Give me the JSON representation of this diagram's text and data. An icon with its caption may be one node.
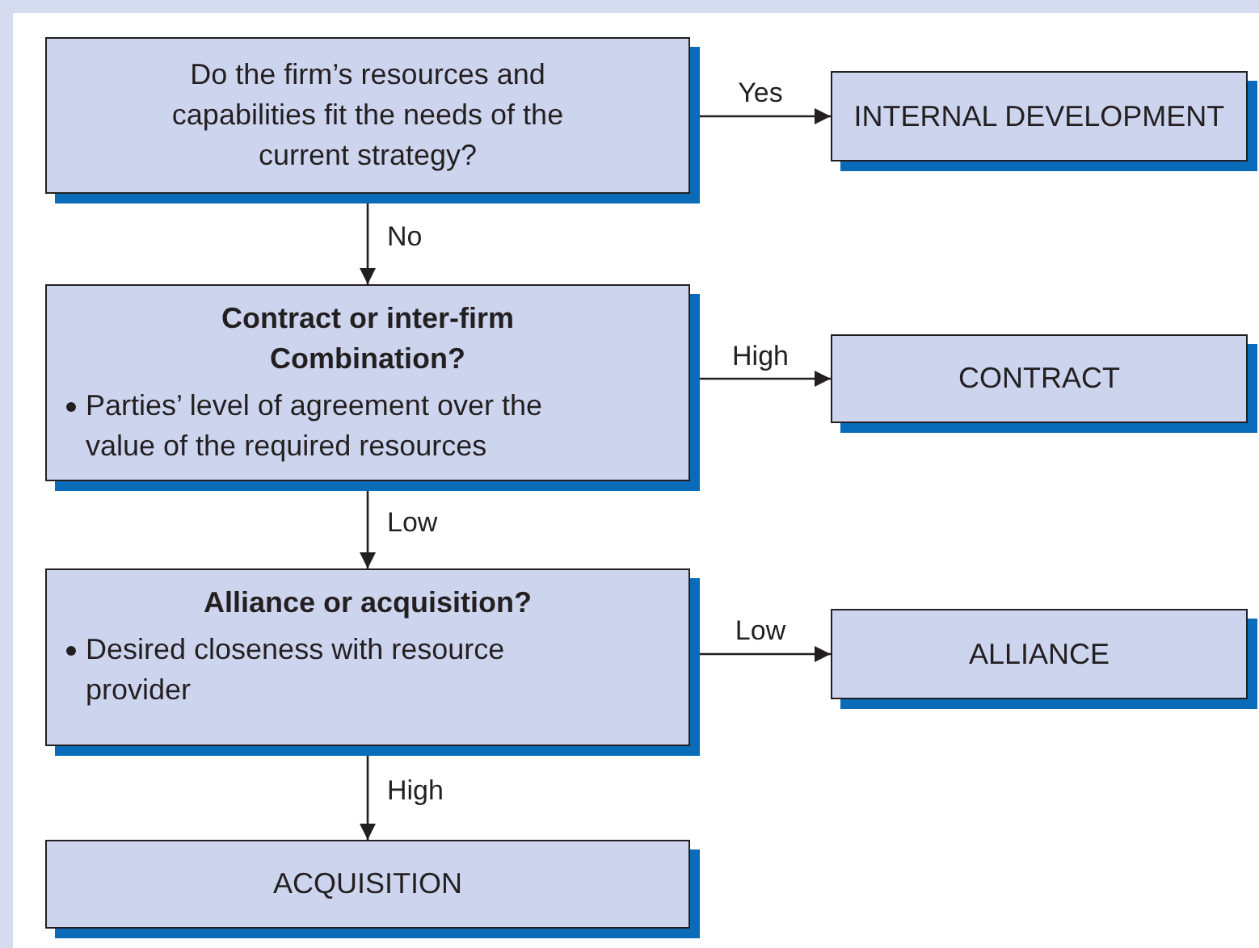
{
  "diagram": {
    "nodes": [
      {
        "text": [
          "Do the firm’s resources and capabilities fit the needs of the current strategy?"
        ]
      },
      {
        "text": [
          "INTERNAL DEVELOPMENT"
        ]
      },
      {
        "text": [
          "Contract or inter-firm Combination?",
          "Parties’ level of agreement over the value of the required resources"
        ]
      },
      {
        "text": [
          "CONTRACT"
        ]
      },
      {
        "text": [
          "Alliance or acquisition?",
          "Desired closeness with resource provider"
        ]
      },
      {
        "text": [
          "ALLIANCE"
        ]
      },
      {
        "text": [
          "ACQUISITION"
        ]
      }
    ],
    "edges": [
      {
        "from": 0,
        "to": 1,
        "arrow": "to",
        "label": "Yes"
      },
      {
        "from": 0,
        "to": 2,
        "arrow": "to",
        "label": "No"
      },
      {
        "from": 2,
        "to": 3,
        "arrow": "to",
        "label": "High"
      },
      {
        "from": 2,
        "to": 4,
        "arrow": "to",
        "label": "Low"
      },
      {
        "from": 4,
        "to": 5,
        "arrow": "to",
        "label": "Low"
      },
      {
        "from": 4,
        "to": 6,
        "arrow": "to",
        "label": "High"
      }
    ]
  }
}
